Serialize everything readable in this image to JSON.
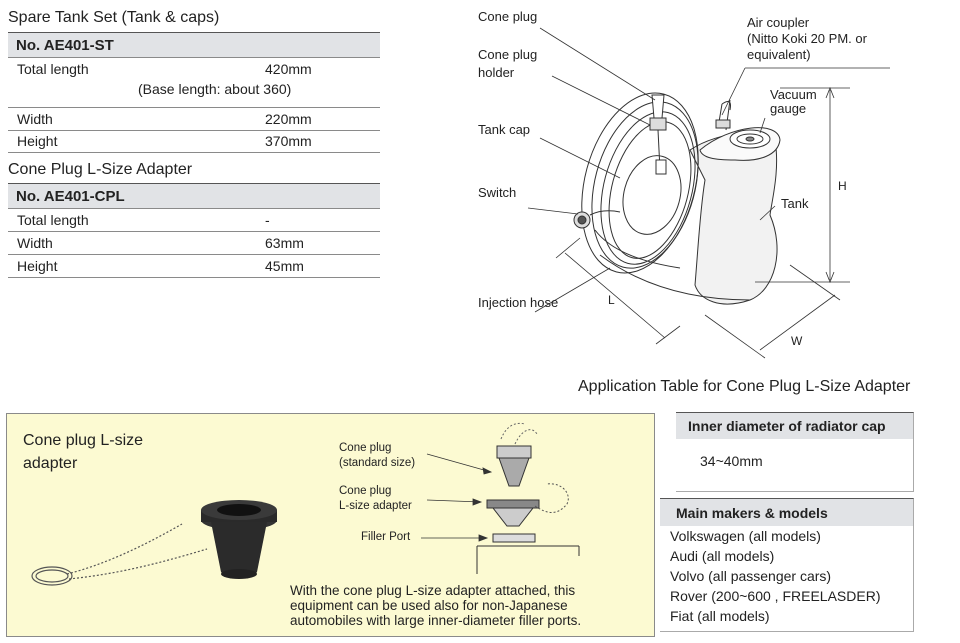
{
  "spare_tank": {
    "title": "Spare Tank Set (Tank & caps)",
    "model": "No. AE401-ST",
    "rows": [
      {
        "label": "Total length",
        "value": "420mm",
        "note": "(Base length: about 360)"
      },
      {
        "label": "Width",
        "value": "220mm"
      },
      {
        "label": "Height",
        "value": "370mm"
      }
    ]
  },
  "adapter_spec": {
    "title": "Cone Plug L-Size Adapter",
    "model": "No. AE401-CPL",
    "rows": [
      {
        "label": "Total length",
        "value": "-"
      },
      {
        "label": "Width",
        "value": "63mm"
      },
      {
        "label": "Height",
        "value": "45mm"
      }
    ]
  },
  "diagram": {
    "cone_plug": "Cone plug",
    "cone_plug_holder_1": "Cone plug",
    "cone_plug_holder_2": "holder",
    "tank_cap": "Tank cap",
    "switch": "Switch",
    "injection_hose": "Injection hose",
    "air_coupler_1": "Air coupler",
    "air_coupler_2": "(Nitto Koki 20 PM. or",
    "air_coupler_3": "equivalent)",
    "vacuum_gauge_1": "Vacuum",
    "vacuum_gauge_2": "gauge",
    "tank": "Tank",
    "dim_h": "H",
    "dim_l": "L",
    "dim_w": "W"
  },
  "adapter_panel": {
    "title_1": "Cone plug L-size",
    "title_2": "adapter",
    "cone_plug_1": "Cone plug",
    "cone_plug_2": "(standard size)",
    "lsize_1": "Cone plug",
    "lsize_2": "L-size adapter",
    "filler_port": "Filler Port",
    "desc_1": "With the cone plug L-size adapter attached, this",
    "desc_2": "equipment can be used also for non-Japanese",
    "desc_3": "automobiles with large inner-diameter filler ports.",
    "bg_color": "#fcfad2"
  },
  "application": {
    "title": "Application Table for Cone Plug L-Size Adapter",
    "inner_header": "Inner diameter of radiator cap",
    "inner_value": "34~40mm",
    "makers_header": "Main makers & models",
    "makers": [
      "Volkswagen (all models)",
      "Audi (all models)",
      "Volvo (all passenger cars)",
      "Rover (200~600 , FREELASDER)",
      "Fiat (all models)"
    ]
  }
}
